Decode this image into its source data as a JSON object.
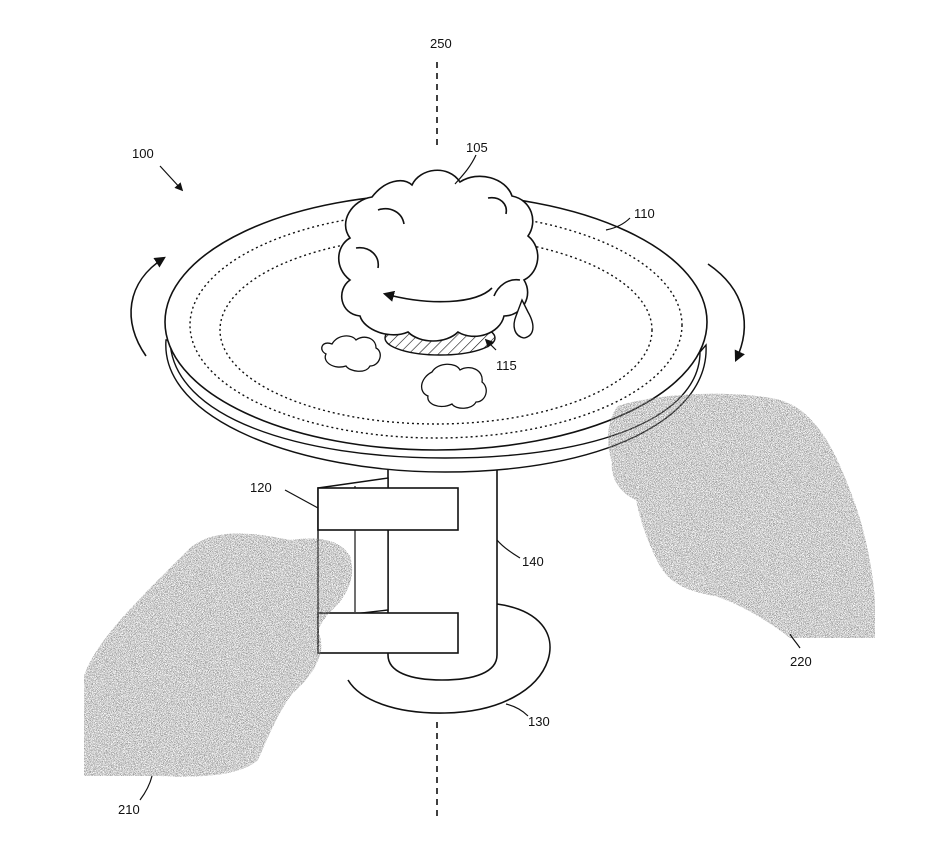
{
  "labels": {
    "device": "100",
    "food": "105",
    "plate": "110",
    "base_pad": "115",
    "clamp": "120",
    "foot": "130",
    "column": "140",
    "left_hand": "210",
    "right_hand": "220",
    "axis": "250"
  }
}
